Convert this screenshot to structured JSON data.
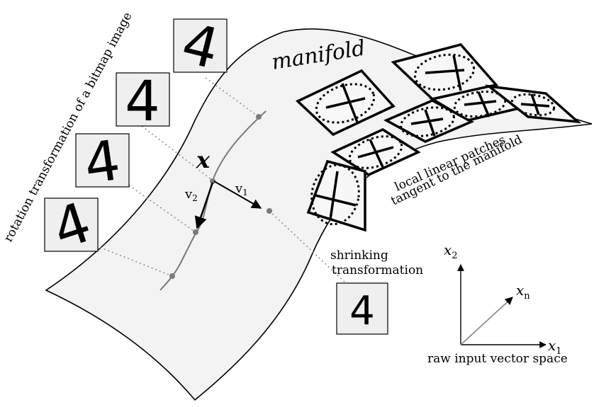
{
  "labels": {
    "manifold": "manifold",
    "x": "x",
    "v1": "v",
    "v1_sub": "1",
    "v2": "v",
    "v2_sub": "2",
    "patches_line1": "local linear patches",
    "patches_line2": "tangent to the manifold",
    "shrinking_line1": "shrinking",
    "shrinking_line2": "transformation",
    "rotation": "rotation transformation of a bitmap image",
    "axis_x1": "x",
    "axis_x1_sub": "1",
    "axis_x2": "x",
    "axis_x2_sub": "2",
    "axis_xn": "x",
    "axis_xn_sub": "n",
    "space_caption": "raw input vector space"
  },
  "digit_images": [
    {
      "glyph": "4",
      "role": "rotated-large"
    },
    {
      "glyph": "4",
      "role": "original"
    },
    {
      "glyph": "4",
      "role": "rotated-small"
    },
    {
      "glyph": "4",
      "role": "rotated-more"
    },
    {
      "glyph": "4",
      "role": "shrunk"
    }
  ],
  "colors": {
    "surface_fill": "#f3f3f3",
    "box_fill": "#efefef",
    "curve": "#7a7a7a",
    "dotted_link": "#888888",
    "ink": "#000000"
  }
}
